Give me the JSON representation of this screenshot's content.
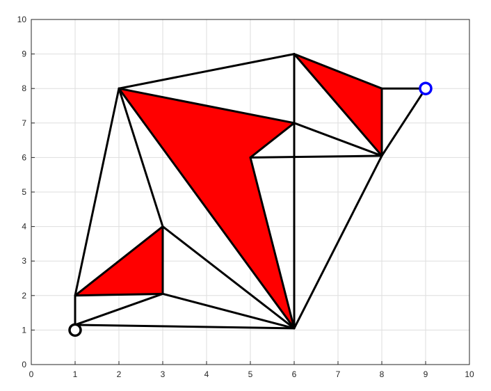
{
  "chart_data": {
    "type": "scatter",
    "xlim": [
      0,
      10
    ],
    "ylim": [
      0,
      10
    ],
    "grid": true,
    "x_ticks": [
      "0",
      "1",
      "2",
      "3",
      "4",
      "5",
      "6",
      "7",
      "8",
      "9",
      "10"
    ],
    "y_ticks": [
      "0",
      "1",
      "2",
      "3",
      "4",
      "5",
      "6",
      "7",
      "8",
      "9",
      "10"
    ],
    "colors": {
      "obstacle_fill": "#ff0000",
      "edge": "#000000",
      "start_marker": "#000000",
      "goal_marker": "#0000ff",
      "grid": "#dedede",
      "axis": "#262626"
    },
    "obstacles": [
      {
        "points": [
          [
            1,
            2
          ],
          [
            3,
            4
          ],
          [
            3,
            2.05
          ]
        ]
      },
      {
        "points": [
          [
            2,
            8
          ],
          [
            6,
            7
          ],
          [
            5,
            6
          ],
          [
            6,
            1.05
          ]
        ]
      },
      {
        "points": [
          [
            6,
            9
          ],
          [
            8,
            8
          ],
          [
            8,
            6.05
          ]
        ]
      }
    ],
    "edges": [
      [
        [
          1,
          1.15
        ],
        [
          6,
          1.05
        ]
      ],
      [
        [
          1,
          1.15
        ],
        [
          3,
          2.05
        ]
      ],
      [
        [
          1,
          1.15
        ],
        [
          1,
          2
        ]
      ],
      [
        [
          1,
          2
        ],
        [
          2,
          8
        ]
      ],
      [
        [
          1,
          2
        ],
        [
          3,
          4
        ]
      ],
      [
        [
          1,
          2
        ],
        [
          3,
          2.05
        ]
      ],
      [
        [
          3,
          2.05
        ],
        [
          3,
          4
        ]
      ],
      [
        [
          3,
          2.05
        ],
        [
          6,
          1.05
        ]
      ],
      [
        [
          3,
          4
        ],
        [
          6,
          1.05
        ]
      ],
      [
        [
          3,
          4
        ],
        [
          2,
          8
        ]
      ],
      [
        [
          2,
          8
        ],
        [
          6,
          9
        ]
      ],
      [
        [
          2,
          8
        ],
        [
          6,
          7
        ]
      ],
      [
        [
          2,
          8
        ],
        [
          6,
          1.05
        ]
      ],
      [
        [
          6,
          7
        ],
        [
          5,
          6
        ]
      ],
      [
        [
          5,
          6
        ],
        [
          6,
          1.05
        ]
      ],
      [
        [
          5,
          6
        ],
        [
          8,
          6.05
        ]
      ],
      [
        [
          6,
          1.05
        ],
        [
          6,
          9
        ]
      ],
      [
        [
          6,
          1.05
        ],
        [
          8,
          6.05
        ]
      ],
      [
        [
          6,
          9
        ],
        [
          8,
          8
        ]
      ],
      [
        [
          6,
          9
        ],
        [
          8,
          6.05
        ]
      ],
      [
        [
          6,
          7
        ],
        [
          8,
          6.05
        ]
      ],
      [
        [
          8,
          8
        ],
        [
          8,
          6.05
        ]
      ],
      [
        [
          8,
          8
        ],
        [
          9,
          8
        ]
      ],
      [
        [
          8,
          6.05
        ],
        [
          9,
          8
        ]
      ]
    ],
    "start_point": [
      1,
      1
    ],
    "goal_point": [
      9,
      8
    ]
  }
}
